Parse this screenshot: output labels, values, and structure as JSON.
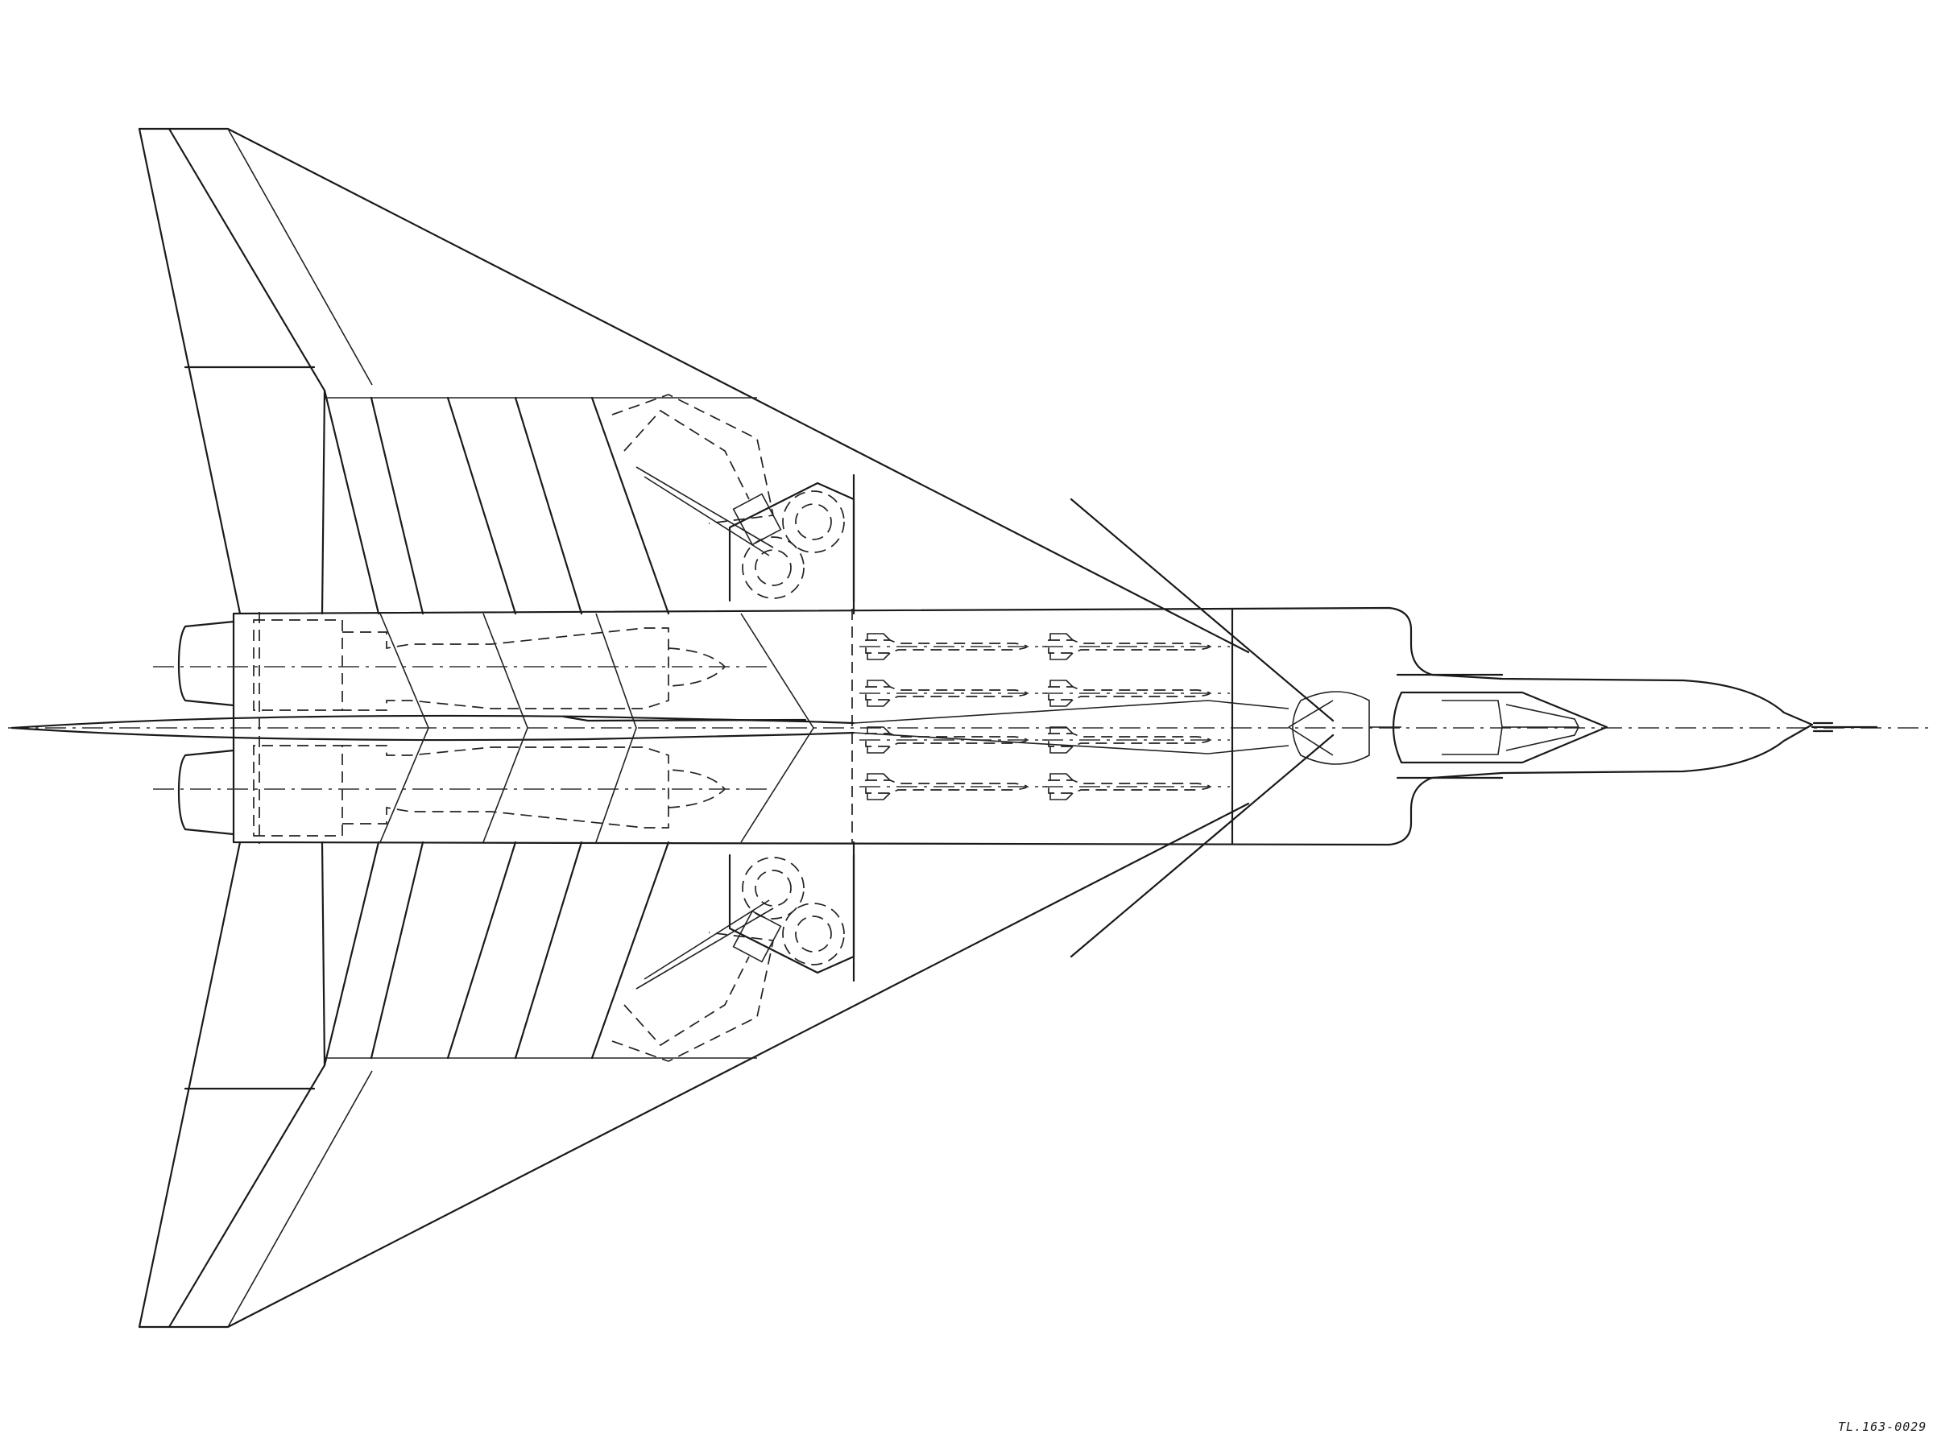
{
  "drawing": {
    "number": "TL.163-0029",
    "stores_rows": 4,
    "stores_columns": 2
  },
  "colors": {
    "ink": "#1a1a1a",
    "paper": "#ffffff"
  }
}
